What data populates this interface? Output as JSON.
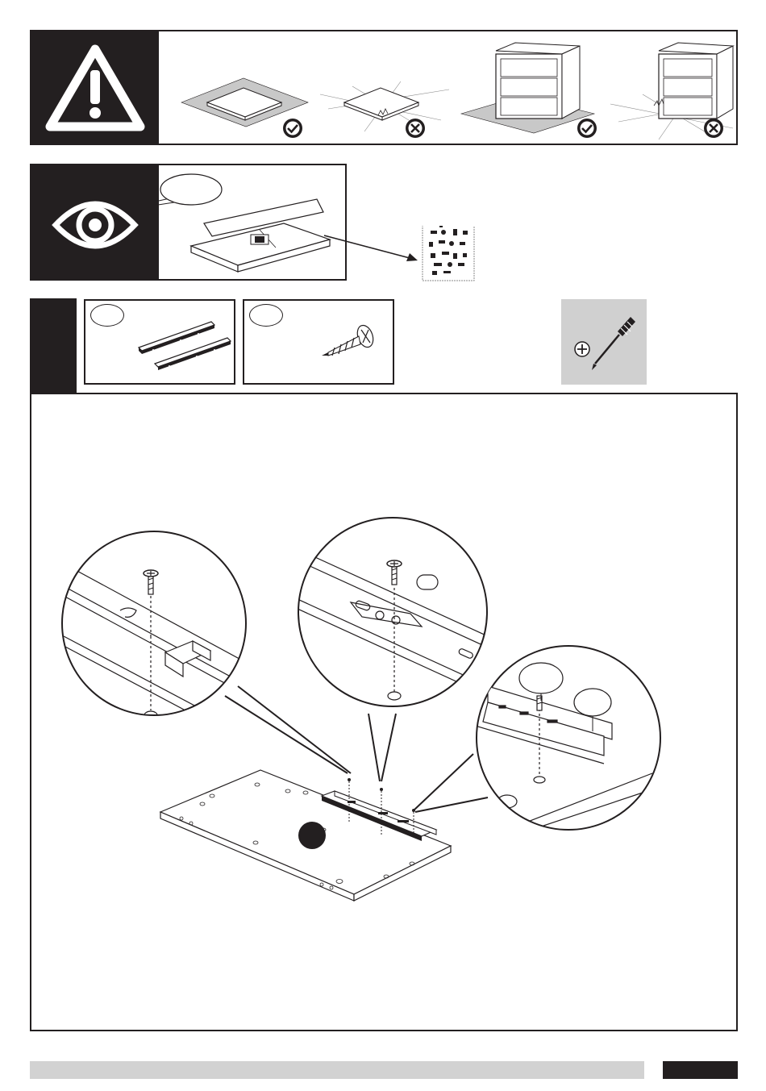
{
  "colors": {
    "ink": "#231f20",
    "footer_bar": "#d2d2d2",
    "tool_box": "#d0d0d0",
    "floor_shade": "#c8c8c8"
  },
  "warning": {
    "icon": "warning-triangle-icon",
    "floor_examples": [
      {
        "item": "panel-on-protective-mat",
        "mark": "check-circle-icon"
      },
      {
        "item": "panel-on-bare-floor",
        "mark": "cross-circle-icon"
      },
      {
        "item": "cabinet-on-protective-mat",
        "mark": "check-circle-icon"
      },
      {
        "item": "cabinet-on-bare-floor",
        "mark": "cross-circle-icon"
      }
    ]
  },
  "inspect": {
    "icon": "eye-icon",
    "items": [
      "box-with-hardware-bag",
      "hardware-bag-icon"
    ]
  },
  "parts": [
    {
      "item": "drawer-slide-rails",
      "bubble_label": ""
    },
    {
      "item": "wood-screw",
      "bubble_label": ""
    }
  ],
  "tool": {
    "icon": "phillips-screwdriver-icon",
    "bit": "phillips-head-icon"
  },
  "assembly": {
    "details": [
      "rail-back-detail",
      "rail-middle-detail",
      "rail-front-detail"
    ],
    "panel_marker": ""
  },
  "footer": {
    "page_number": ""
  }
}
